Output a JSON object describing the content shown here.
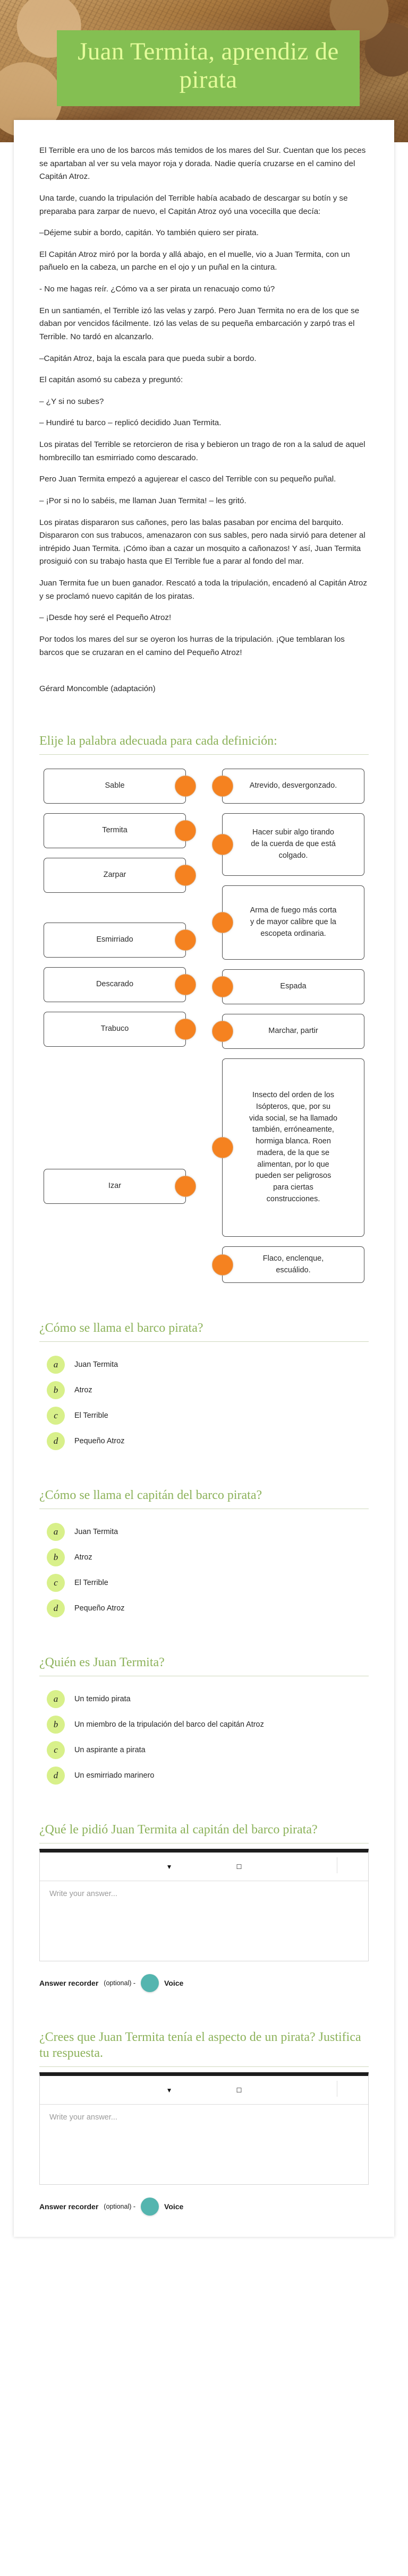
{
  "header": {
    "title": "Juan Termita, aprendiz de pirata",
    "band_color": "#84bf52",
    "title_color": "#e4fb9a"
  },
  "story": {
    "paragraphs": [
      "El Terrible era uno de los barcos más temidos de los mares del Sur. Cuentan que los peces se apartaban al ver su vela mayor roja y dorada. Nadie quería cruzarse en el camino del Capitán Atroz.",
      "Una tarde, cuando la tripulación del Terrible había acabado de descargar su botín y se preparaba para zarpar de nuevo, el Capitán Atroz oyó una vocecilla que decía:",
      "–Déjeme subir a bordo, capitán. Yo también quiero ser pirata.",
      "El Capitán Atroz miró por la borda y allá abajo, en el muelle, vio a Juan Termita, con un pañuelo en la cabeza, un parche en el ojo y un puñal en la cintura.",
      "- No me hagas reír. ¿Cómo va a ser pirata un renacuajo como tú?",
      "En un santiamén, el Terrible izó las velas y zarpó. Pero Juan Termita no era de los que se daban por vencidos fácilmente. Izó las velas de su pequeña embarcación y zarpó tras el Terrible. No tardó en alcanzarlo.",
      "–Capitán Atroz, baja la escala para que pueda subir a bordo.",
      "El capitán asomó su cabeza y preguntó:",
      "– ¿Y si no subes?",
      "– Hundiré tu barco – replicó decidido Juan Termita.",
      "Los piratas del Terrible se retorcieron de risa y bebieron un trago de ron a la salud de aquel hombrecillo tan esmirriado como descarado.",
      "Pero Juan Termita empezó a agujerear el casco del Terrible con su pequeño puñal.",
      "– ¡Por si no lo sabéis, me llaman Juan Termita! – les gritó.",
      "Los piratas dispararon sus cañones, pero las balas pasaban por encima del barquito. Dispararon con sus trabucos, amenazaron con sus sables, pero nada sirvió para detener al intrépido Juan Termita. ¡Cómo iban a cazar un mosquito a cañonazos! Y así, Juan Termita prosiguió con su trabajo hasta que El Terrible fue a parar al fondo del mar.",
      "Juan Termita fue un buen ganador. Rescató a toda la tripulación, encadenó al Capitán Atroz y se proclamó nuevo capitán de los piratas.",
      "– ¡Desde hoy seré el Pequeño Atroz!",
      "Por todos los mares del sur se oyeron los hurras de la tripulación. ¡Que temblaran los barcos que se cruzaran en el camino del Pequeño Atroz!"
    ],
    "credit": "Gérard Moncomble (adaptación)"
  },
  "matching": {
    "title": "Elije la palabra adecuada para cada definición:",
    "words": [
      "Sable",
      "Termita",
      "Zarpar",
      "Esmirriado",
      "Descarado",
      "Trabuco",
      "Izar"
    ],
    "definitions": [
      "Atrevido, desvergonzado.",
      "Hacer subir algo tirando de la cuerda de que está colgado.",
      "Arma de fuego más corta y de mayor calibre que la escopeta ordinaria.",
      "Espada",
      "Marchar, partir",
      "Insecto del orden de los Isópteros, que, por su vida social, se ha llamado también, erróneamente, hormiga blanca. Roen madera, de la que se alimentan, por lo que pueden ser peligrosos para ciertas construcciones.",
      "Flaco, enclenque, escuálido."
    ],
    "dot_color": "#f58220"
  },
  "questions": [
    {
      "prompt": "¿Cómo se llama el barco pirata?",
      "options": [
        {
          "letter": "a",
          "label": "Juan Termita"
        },
        {
          "letter": "b",
          "label": "Atroz"
        },
        {
          "letter": "c",
          "label": "El Terrible"
        },
        {
          "letter": "d",
          "label": "Pequeño Atroz"
        }
      ]
    },
    {
      "prompt": "¿Cómo se llama el capitán del barco pirata?",
      "options": [
        {
          "letter": "a",
          "label": "Juan Termita"
        },
        {
          "letter": "b",
          "label": "Atroz"
        },
        {
          "letter": "c",
          "label": "El Terrible"
        },
        {
          "letter": "d",
          "label": "Pequeño Atroz"
        }
      ]
    },
    {
      "prompt": "¿Quién es Juan Termita?",
      "options": [
        {
          "letter": "a",
          "label": "Un temido pirata"
        },
        {
          "letter": "b",
          "label": "Un miembro de la tripulación del barco del capitán Atroz"
        },
        {
          "letter": "c",
          "label": "Un aspirante a pirata"
        },
        {
          "letter": "d",
          "label": "Un esmirriado marinero"
        }
      ]
    }
  ],
  "open_questions": [
    {
      "prompt": "¿Qué le pidió Juan Termita al capitán del barco pirata?",
      "placeholder": "Write your answer...",
      "recorder_label": "Answer recorder",
      "recorder_optional": "(optional) -",
      "voice_label": "Voice"
    },
    {
      "prompt": "¿Crees que Juan Termita tenía el aspecto de un pirata? Justifica tu respuesta.",
      "placeholder": "Write your answer...",
      "recorder_label": "Answer recorder",
      "recorder_optional": "(optional) -",
      "voice_label": "Voice"
    }
  ],
  "editor_icons": {
    "format": "chevron-down-icon",
    "second": "square-icon"
  }
}
